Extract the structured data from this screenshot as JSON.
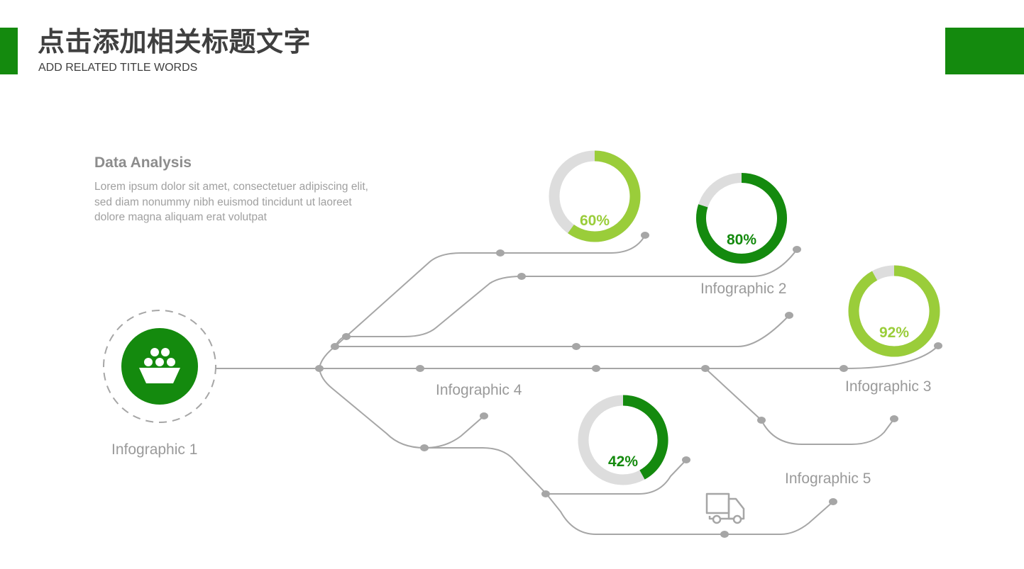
{
  "header": {
    "title_cn": "点击添加相关标题文字",
    "title_en": "ADD RELATED TITLE WORDS"
  },
  "intro": {
    "heading": "Data Analysis",
    "body": "Lorem ipsum dolor sit amet, consectetuer adipiscing elit, sed diam nonummy nibh euismod tincidunt ut laoreet dolore magna aliquam erat volutpat"
  },
  "labels": {
    "infographic_1": "Infographic 1",
    "infographic_2": "Infographic 2",
    "infographic_3": "Infographic 3",
    "infographic_4": "Infographic 4",
    "infographic_5": "Infographic 5"
  },
  "rings": [
    {
      "value": 60,
      "text": "60%",
      "color": "#9acd3a"
    },
    {
      "value": 80,
      "text": "80%",
      "color": "#148a0e"
    },
    {
      "value": 92,
      "text": "92%",
      "color": "#9acd3a"
    },
    {
      "value": 42,
      "text": "42%",
      "color": "#148a0e"
    }
  ],
  "icons": {
    "hub": "basket-icon",
    "delivery": "delivery-truck-icon"
  },
  "colors": {
    "accent_dark": "#148a0e",
    "accent_light": "#9acd3a",
    "ring_track": "#dddddd",
    "line": "#a6a6a6"
  }
}
